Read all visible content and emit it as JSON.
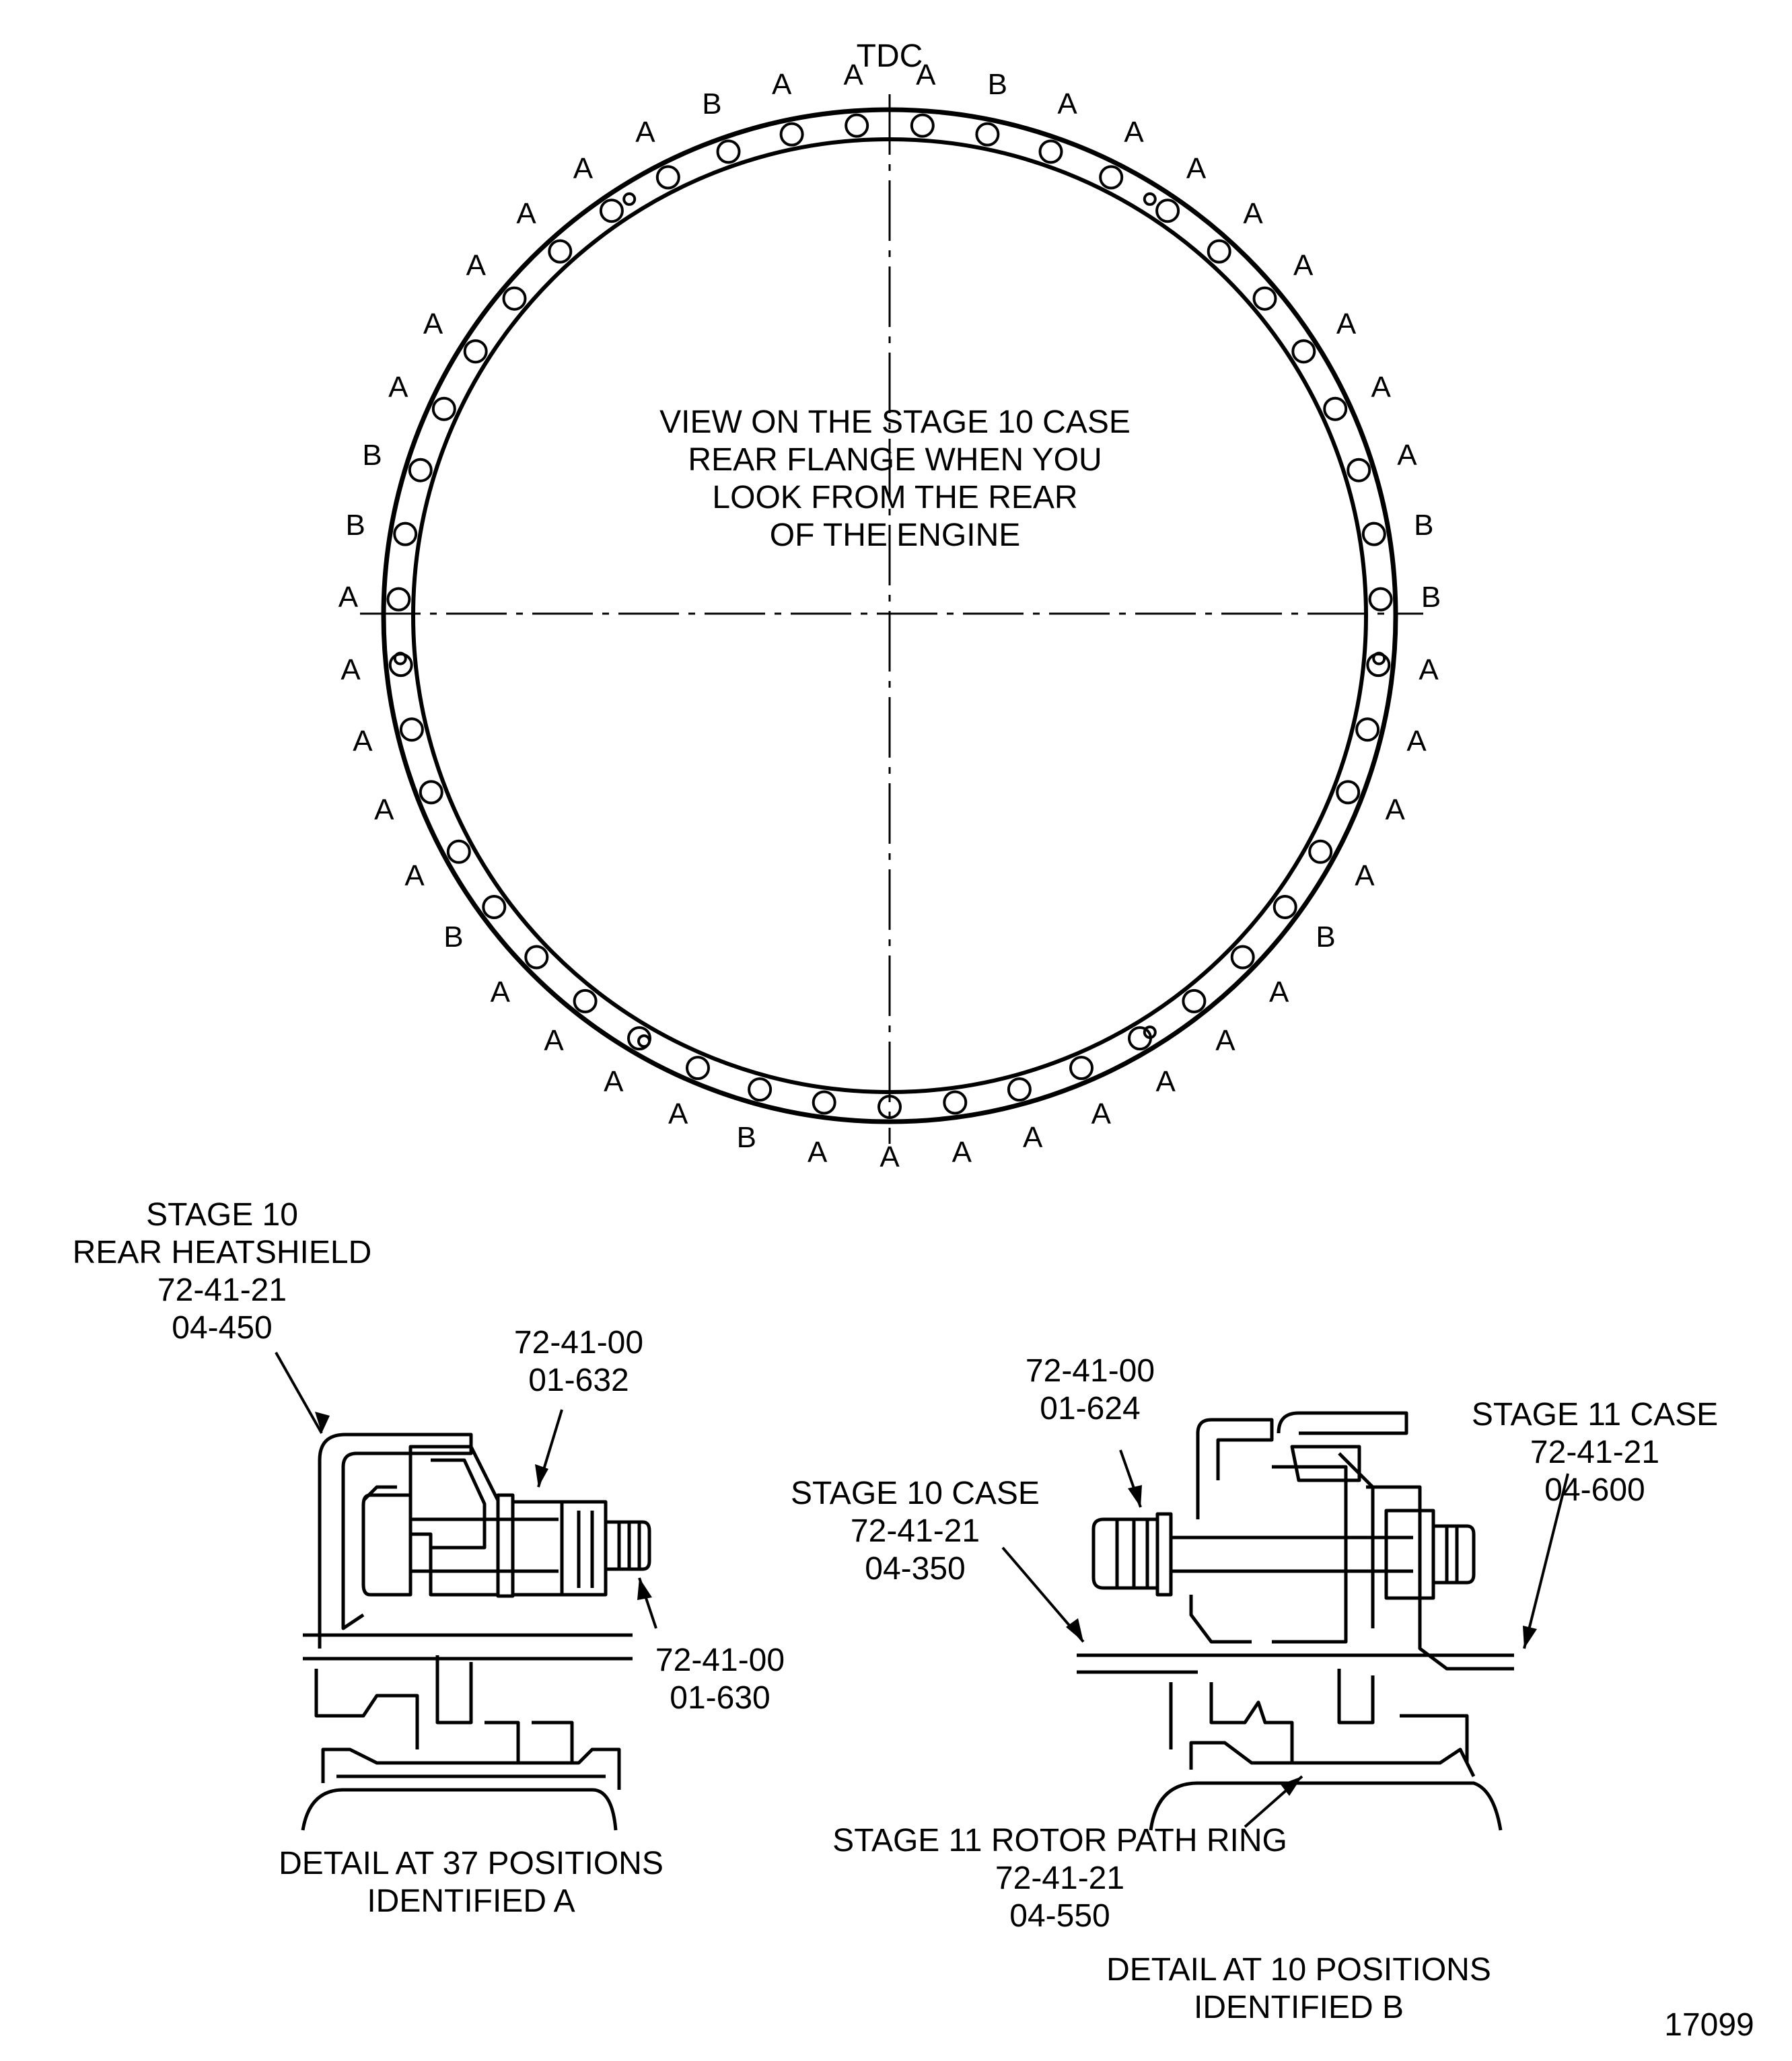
{
  "ring": {
    "tdc_label": "TDC",
    "view_text": [
      "VIEW ON THE STAGE 10 CASE",
      "REAR FLANGE WHEN YOU",
      "LOOK FROM THE REAR",
      "OF THE ENGINE"
    ],
    "position_labels": [
      "A",
      "A",
      "B",
      "A",
      "A",
      "A",
      "A",
      "A",
      "A",
      "B",
      "B",
      "A",
      "A",
      "A",
      "A",
      "A",
      "B",
      "A",
      "A",
      "A",
      "A",
      "B",
      "A",
      "A",
      "A",
      "A",
      "A",
      "A",
      "A",
      "A",
      "B",
      "A",
      "A",
      "A",
      "A",
      "B",
      "B",
      "A",
      "A",
      "A",
      "A",
      "A",
      "A",
      "A",
      "A",
      "B",
      "A"
    ]
  },
  "detail_a": {
    "heatshield_callout": [
      "STAGE 10",
      "REAR HEATSHIELD",
      "72-41-21",
      "04-450"
    ],
    "bolt_callout": [
      "72-41-00",
      "01-632"
    ],
    "nut_callout": [
      "72-41-00",
      "01-630"
    ],
    "caption": [
      "DETAIL AT 37 POSITIONS",
      "IDENTIFIED A"
    ]
  },
  "detail_b": {
    "bolt_callout": [
      "72-41-00",
      "01-624"
    ],
    "stage10_callout": [
      "STAGE 10 CASE",
      "72-41-21",
      "04-350"
    ],
    "stage11_callout": [
      "STAGE 11 CASE",
      "72-41-21",
      "04-600"
    ],
    "rotor_callout": [
      "STAGE 11 ROTOR PATH RING",
      "72-41-21",
      "04-550"
    ],
    "caption": [
      "DETAIL AT 10 POSITIONS",
      "IDENTIFIED B"
    ]
  },
  "figure_number": "17099"
}
